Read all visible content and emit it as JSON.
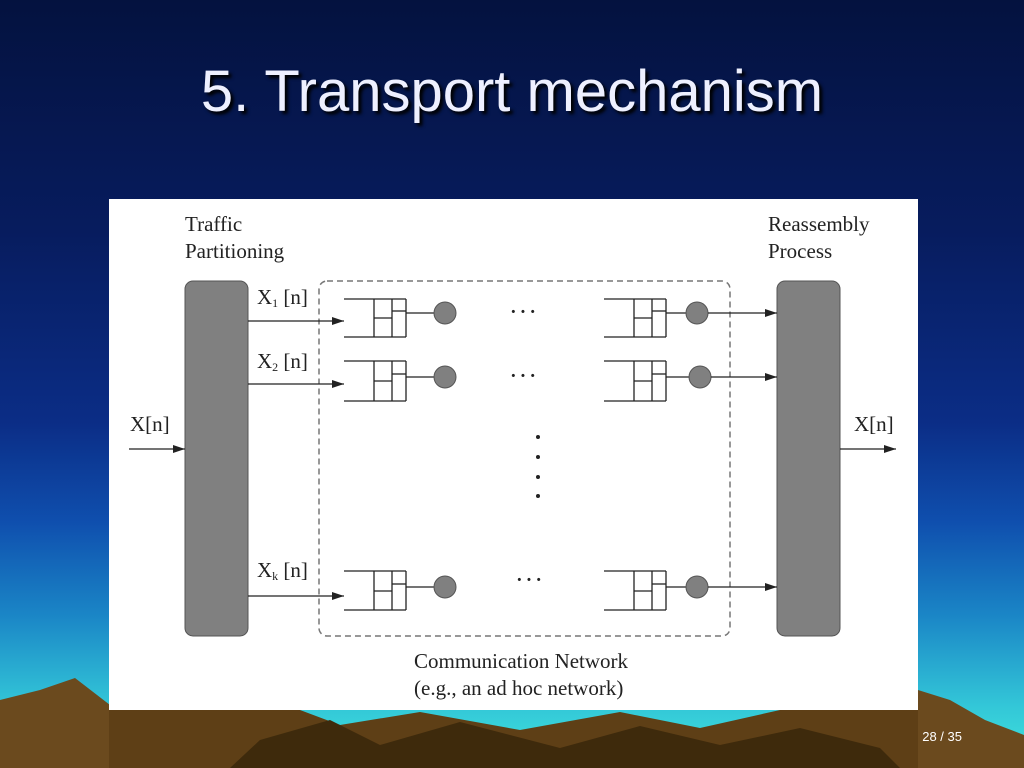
{
  "slide": {
    "title": "5. Transport mechanism",
    "page_number": "28 / 35"
  },
  "diagram": {
    "left_block_label": [
      "Traffic",
      "Partitioning"
    ],
    "right_block_label": [
      "Reassembly",
      "Process"
    ],
    "input_label": "X[n]",
    "output_label": "X[n]",
    "streams": [
      {
        "symbol": "X",
        "index": "1",
        "suffix": "[n]"
      },
      {
        "symbol": "X",
        "index": "2",
        "suffix": "[n]"
      },
      {
        "symbol": "X",
        "index": "k",
        "suffix": "[n]"
      }
    ],
    "ellipsis": "···",
    "network_caption": [
      "Communication Network",
      "(e.g., an ad hoc network)"
    ]
  },
  "colors": {
    "block_fill": "#808080",
    "node_fill": "#808080",
    "dashed_border": "#777777"
  }
}
